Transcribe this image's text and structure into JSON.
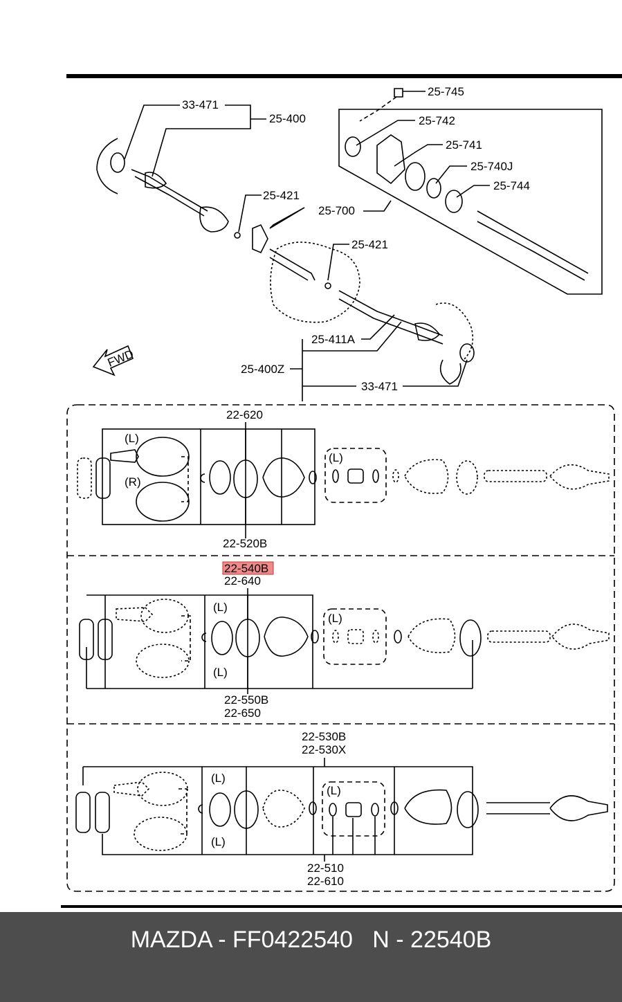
{
  "footer": {
    "text": "MAZDA - FF0422540   N - 22540B"
  },
  "highlight_color": "#f08a8a",
  "top_labels": {
    "l_33471_a": "33-471",
    "l_25400": "25-400",
    "l_25745": "25-745",
    "l_25742": "25-742",
    "l_25741": "25-741",
    "l_25740J": "25-740J",
    "l_25744": "25-744",
    "l_25421_a": "25-421",
    "l_25700": "25-700",
    "l_25421_b": "25-421",
    "l_25411A": "25-411A",
    "l_25400Z": "25-400Z",
    "l_33471_b": "33-471",
    "fwd": "FWD"
  },
  "panel1": {
    "top": "22-620",
    "bottom": "22-520B",
    "l1": "(L)",
    "r1": "(R)",
    "l2": "(L)"
  },
  "panel2": {
    "highlight": "22-540B",
    "top": "22-640",
    "bottom1": "22-550B",
    "bottom2": "22-650",
    "l1": "(L)",
    "l2": "(L)",
    "l3": "(L)"
  },
  "panel3": {
    "top1": "22-530B",
    "top2": "22-530X",
    "bottom1": "22-510",
    "bottom2": "22-610",
    "l1": "(L)",
    "l2": "(L)",
    "l3": "(L)"
  }
}
